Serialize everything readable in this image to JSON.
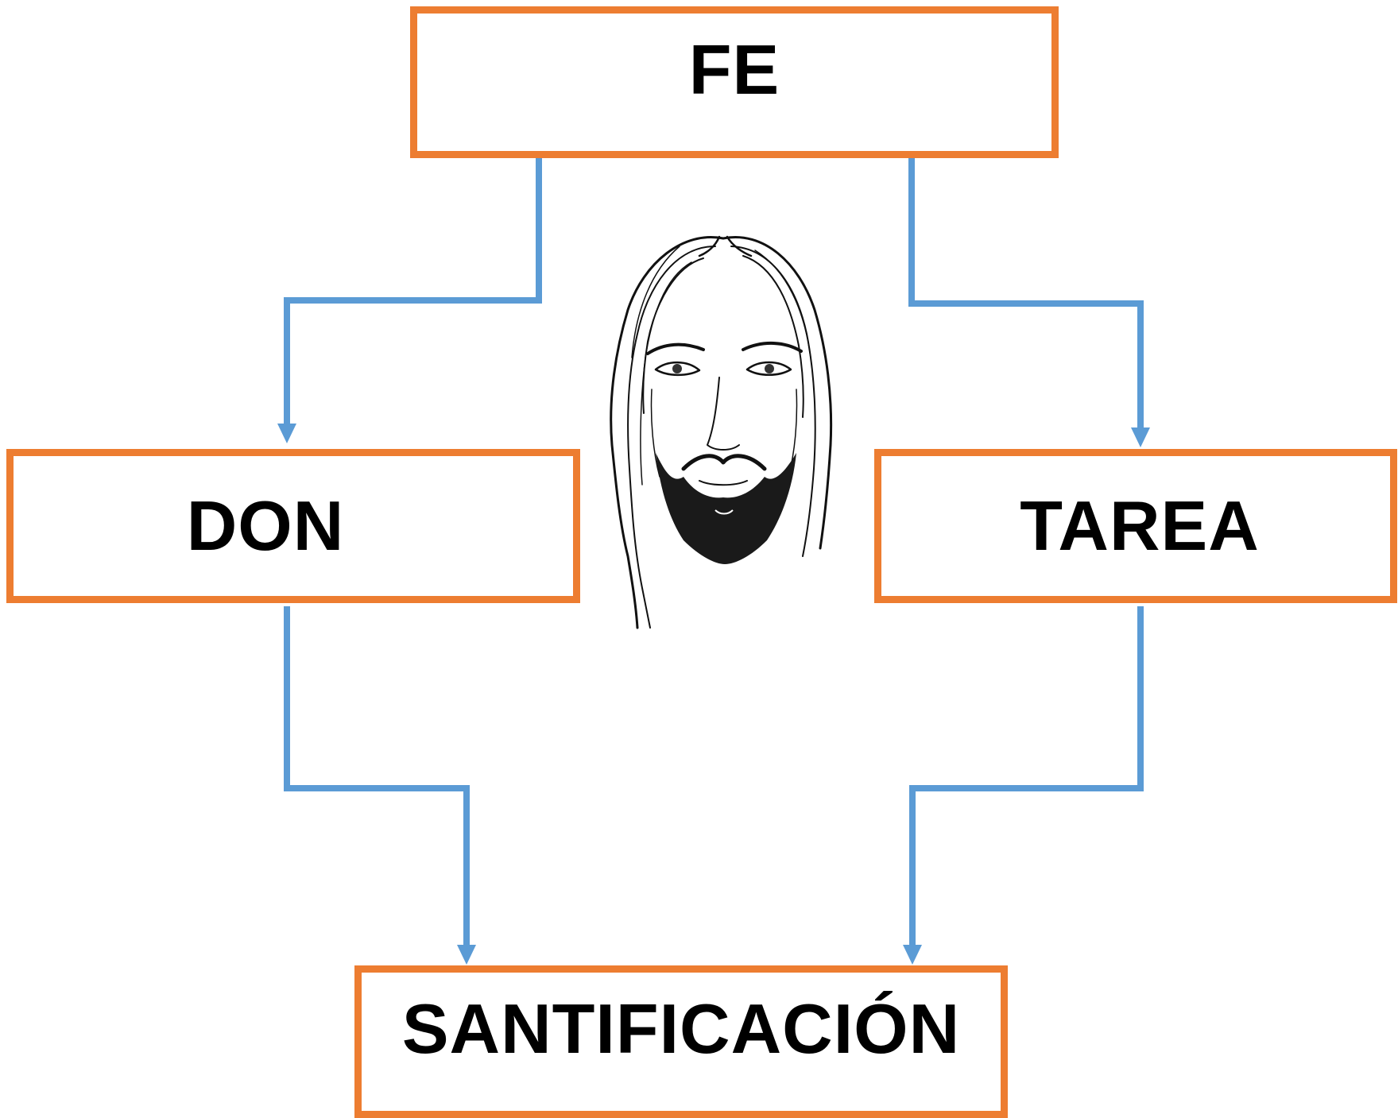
{
  "nodes": {
    "fe": "FE",
    "don": "DON",
    "tarea": "TAREA",
    "santificacion": "SANTIFICACIÓN"
  },
  "colors": {
    "box_border": "#ED7D31",
    "connector": "#5B9BD5",
    "text": "#000000",
    "background": "#FFFFFF"
  },
  "icons": {
    "center_illustration": "jesus-face-sketch"
  }
}
